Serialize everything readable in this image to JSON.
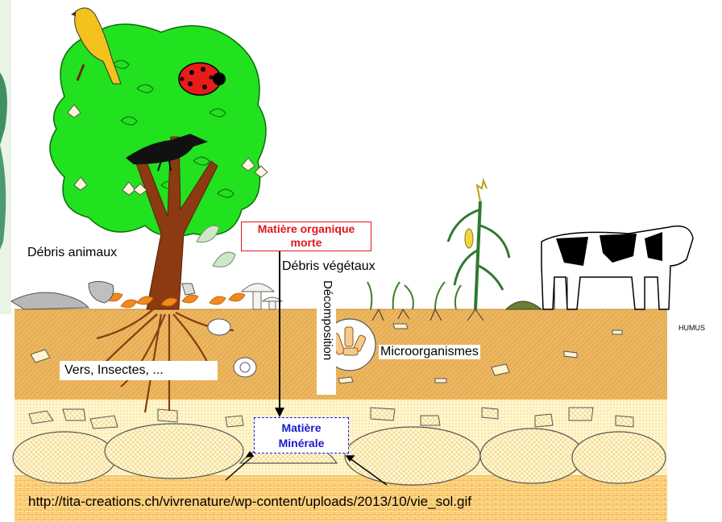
{
  "labels": {
    "title_line1": "Matière organique",
    "title_line2": "morte",
    "animal_debris": "Débris animaux",
    "plant_debris": "Débris végétaux",
    "decomposition": "Décomposition",
    "microorganisms": "Microorganismes",
    "worms_insects": "Vers, Insectes, ...",
    "mineral_line1": "Matière",
    "mineral_line2": "Minérale",
    "humus": "HUMUS",
    "source_url": "http://tita-creations.ch/vivrenature/wp-content/uploads/2013/10/vie_sol.gif"
  },
  "colors": {
    "topsoil": "#e8b45c",
    "subsoil": "#fff2b8",
    "bedrock": "#ffd27a",
    "rock_hatch": "#e2a23a",
    "canopy": "#22e11f",
    "trunk": "#8b3a12",
    "title_red": "#e0181b",
    "mineral_blue": "#1a1aff"
  }
}
